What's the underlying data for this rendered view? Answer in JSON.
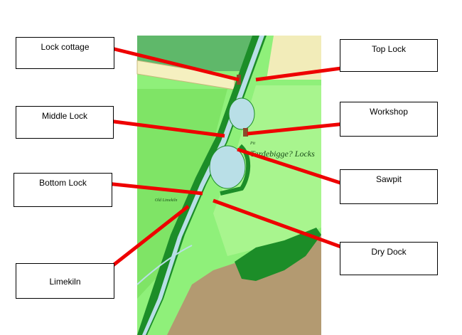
{
  "labels": {
    "lock_cottage": "Lock cottage",
    "middle_lock": "Middle Lock",
    "bottom_lock": "Bottom Lock",
    "limekiln": "Limekiln",
    "top_lock": "Top Lock",
    "workshop": "Workshop",
    "sawpit": "Sawpit",
    "dry_dock": "Dry Dock"
  },
  "map_text": {
    "locks": "Tardebigge? Locks",
    "lime": "Old Limekiln",
    "pit": "Pit"
  },
  "colors": {
    "leader_line": "#ee0000",
    "meadow": "#86ee72",
    "field": "#a8f58e",
    "water": "#b9dfe7",
    "brown": "#b39a71",
    "sand": "#f2ecb9",
    "dark_green": "#1c8d28"
  }
}
